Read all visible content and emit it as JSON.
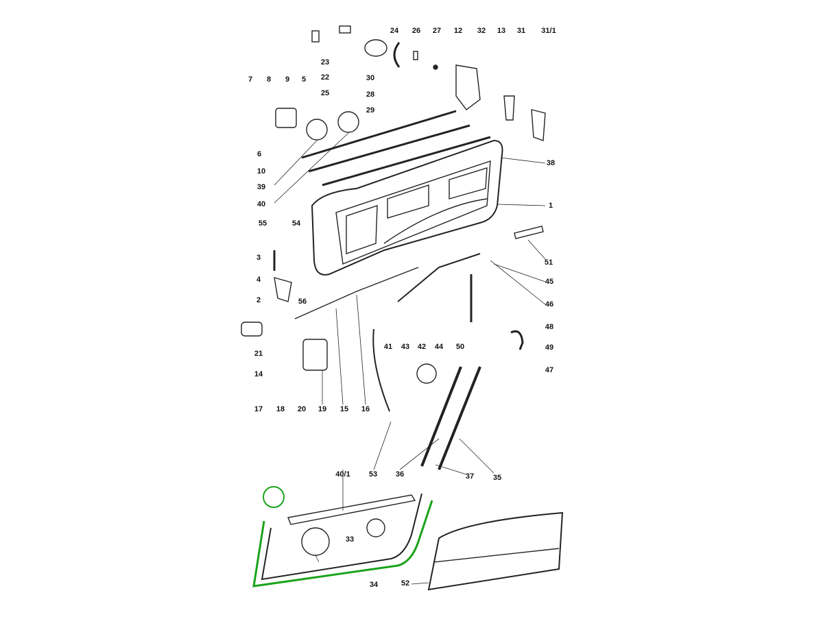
{
  "diagram": {
    "title": "Door assembly exploded parts diagram",
    "accent_color": "#1aa31a",
    "labels": [
      "23",
      "22",
      "25",
      "24",
      "26",
      "27",
      "12",
      "32",
      "13",
      "31",
      "31/1",
      "30",
      "28",
      "29",
      "7",
      "8",
      "9",
      "5",
      "6",
      "10",
      "39",
      "40",
      "38",
      "1",
      "55",
      "54",
      "3",
      "4",
      "2",
      "56",
      "51",
      "45",
      "46",
      "48",
      "49",
      "47",
      "21",
      "14",
      "41",
      "43",
      "42",
      "44",
      "50",
      "17",
      "18",
      "20",
      "19",
      "15",
      "16",
      "53",
      "36",
      "37",
      "35",
      "40/1",
      "33",
      "34",
      "52"
    ]
  }
}
